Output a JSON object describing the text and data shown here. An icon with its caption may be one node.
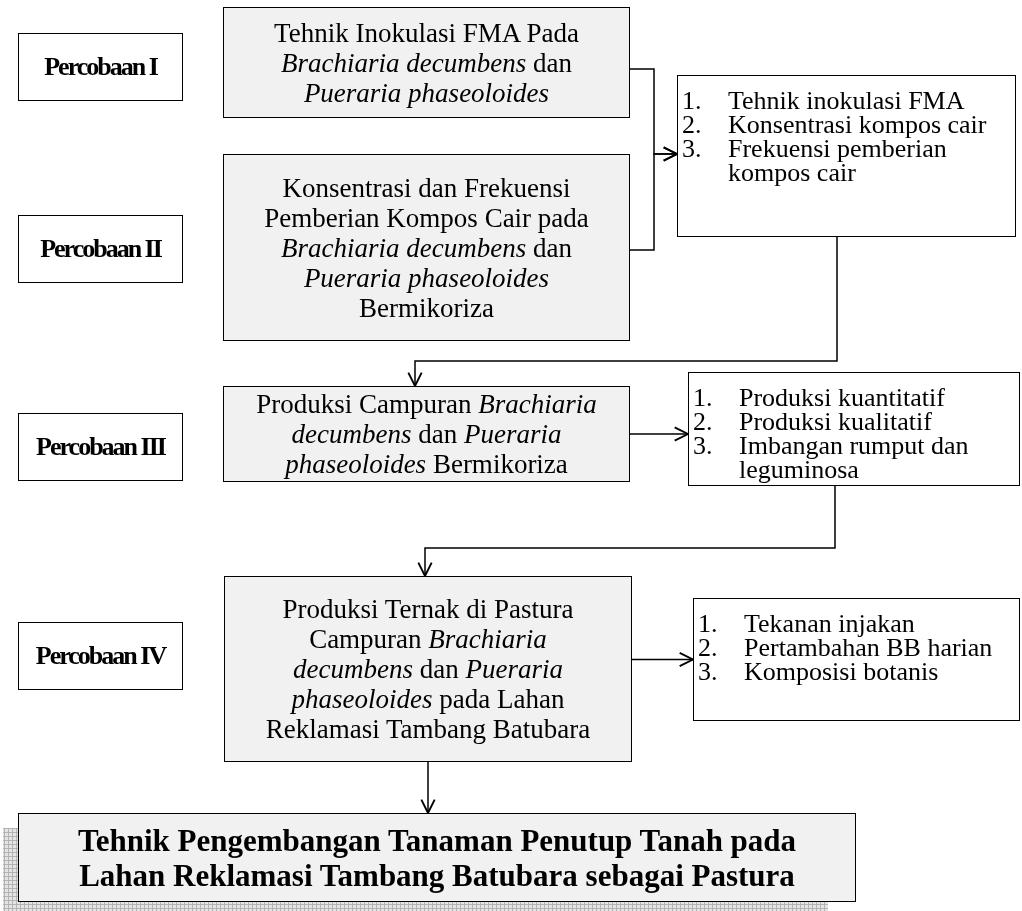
{
  "diagram": {
    "nodes": [
      {
        "text": [
          "Percobaan I"
        ]
      },
      {
        "text": [
          "Tehnik Inokulasi FMA Pada *Brachiaria decumbens* dan *Pueraria phaseoloides*"
        ]
      },
      {
        "text": [
          "Percobaan II"
        ]
      },
      {
        "text": [
          "Konsentrasi dan Frekuensi Pemberian Kompos Cair pada *Brachiaria decumbens* dan *Pueraria phaseoloides* Bermikoriza"
        ]
      },
      {
        "text": [
          "1. Tehnik inokulasi FMA",
          "2. Konsentrasi kompos cair",
          "3. Frekuensi pemberian kompos cair"
        ]
      },
      {
        "text": [
          "Percobaan III"
        ]
      },
      {
        "text": [
          "Produksi Campuran *Brachiaria decumbens* dan *Pueraria phaseoloides* Bermikoriza"
        ]
      },
      {
        "text": [
          "1. Produksi kuantitatif",
          "2. Produksi kualitatif",
          "3. Imbangan rumput dan leguminosa"
        ]
      },
      {
        "text": [
          "Percobaan IV"
        ]
      },
      {
        "text": [
          "Produksi Ternak di Pastura Campuran *Brachiaria decumbens* dan *Pueraria phaseoloides* pada Lahan Reklamasi Tambang Batubara"
        ]
      },
      {
        "text": [
          "1. Tekanan injakan",
          "2. Pertambahan BB harian",
          "3. Komposisi botanis"
        ]
      },
      {
        "text": [
          "Tehnik Pengembangan Tanaman Penutup Tanah pada Lahan Reklamasi Tambang Batubara sebagai Pastura"
        ]
      }
    ],
    "edges": [
      {
        "from": 1,
        "to": 4,
        "arrow": "to"
      },
      {
        "from": 3,
        "to": 4,
        "arrow": "to"
      },
      {
        "from": 4,
        "to": 6,
        "arrow": "to"
      },
      {
        "from": 6,
        "to": 7,
        "arrow": "to"
      },
      {
        "from": 7,
        "to": 9,
        "arrow": "to"
      },
      {
        "from": 9,
        "to": 10,
        "arrow": "to"
      },
      {
        "from": 9,
        "to": 11,
        "arrow": "to"
      }
    ]
  }
}
